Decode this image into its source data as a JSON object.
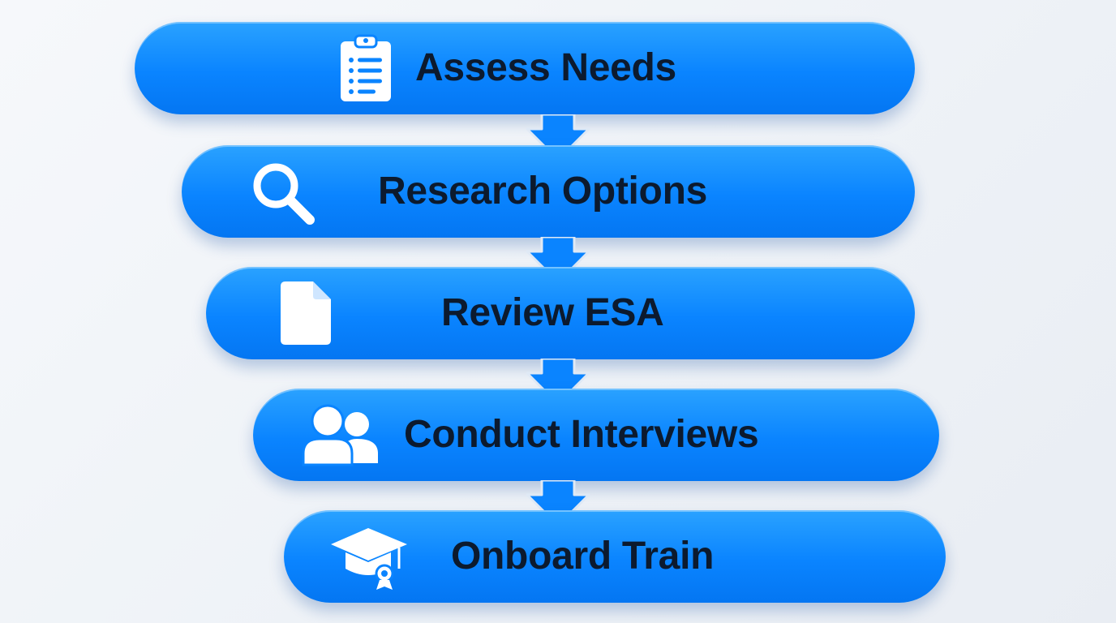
{
  "steps": [
    {
      "label": "Assess Needs",
      "icon": "clipboard-icon"
    },
    {
      "label": "Research Options",
      "icon": "magnifier-icon"
    },
    {
      "label": "Review ESA",
      "icon": "document-icon"
    },
    {
      "label": "Conduct Interviews",
      "icon": "users-icon"
    },
    {
      "label": "Onboard Train",
      "icon": "graduation-cap-icon"
    }
  ],
  "colors": {
    "pill": "#0a84ff",
    "pill_light": "#2aa2ff",
    "arrow": "#0a84ff",
    "text": "#0c1a2e",
    "icon": "#ffffff",
    "background": "#eef2f7"
  }
}
